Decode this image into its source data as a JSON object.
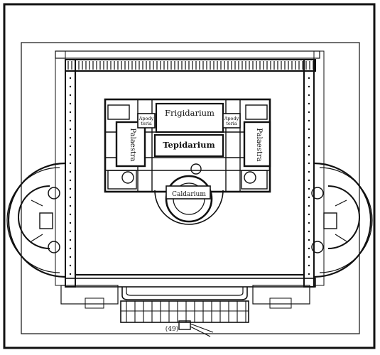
{
  "labels": {
    "frigidarium": "Frigidarium",
    "tepidarium": "Tepidarium",
    "caldarium": "Caldarium",
    "palaestra_left": "Palaestra",
    "palaestra_right": "Palaestra",
    "apodyteria_left_line1": "Apody",
    "apodyteria_left_line2": "teria",
    "apodyteria_right_line1": "Apody",
    "apodyteria_right_line2": "teria",
    "plate_number": "(49)"
  },
  "colors": {
    "ink": "#111111",
    "paper": "#ffffff",
    "wash": "#f2f2f2"
  }
}
